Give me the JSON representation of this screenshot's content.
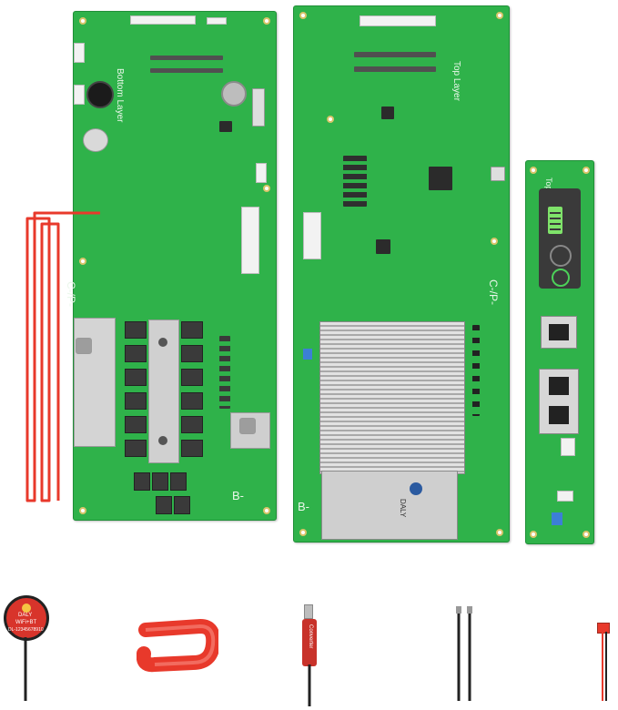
{
  "boards": {
    "bottom": {
      "layer_label": "Bottom Layer",
      "cp_label": "C-/P-",
      "bminus_label": "B-"
    },
    "top": {
      "layer_label": "Top Layer",
      "cp_label": "C-/P-",
      "bminus_label": "B-",
      "brand_label": "DALY"
    },
    "small": {
      "label": "Top"
    }
  },
  "accessories": {
    "wifi_module": {
      "brand": "DALY",
      "text1": "WiFi+BT",
      "serial": "DL-12345678910"
    },
    "usb_cable": {
      "brand": "Converter"
    }
  },
  "colors": {
    "pcb_green": "#2fb24a",
    "silkscreen": "#eaf7ea",
    "heatsink": "#c8c8c8",
    "cable_red": "#e8392b"
  }
}
